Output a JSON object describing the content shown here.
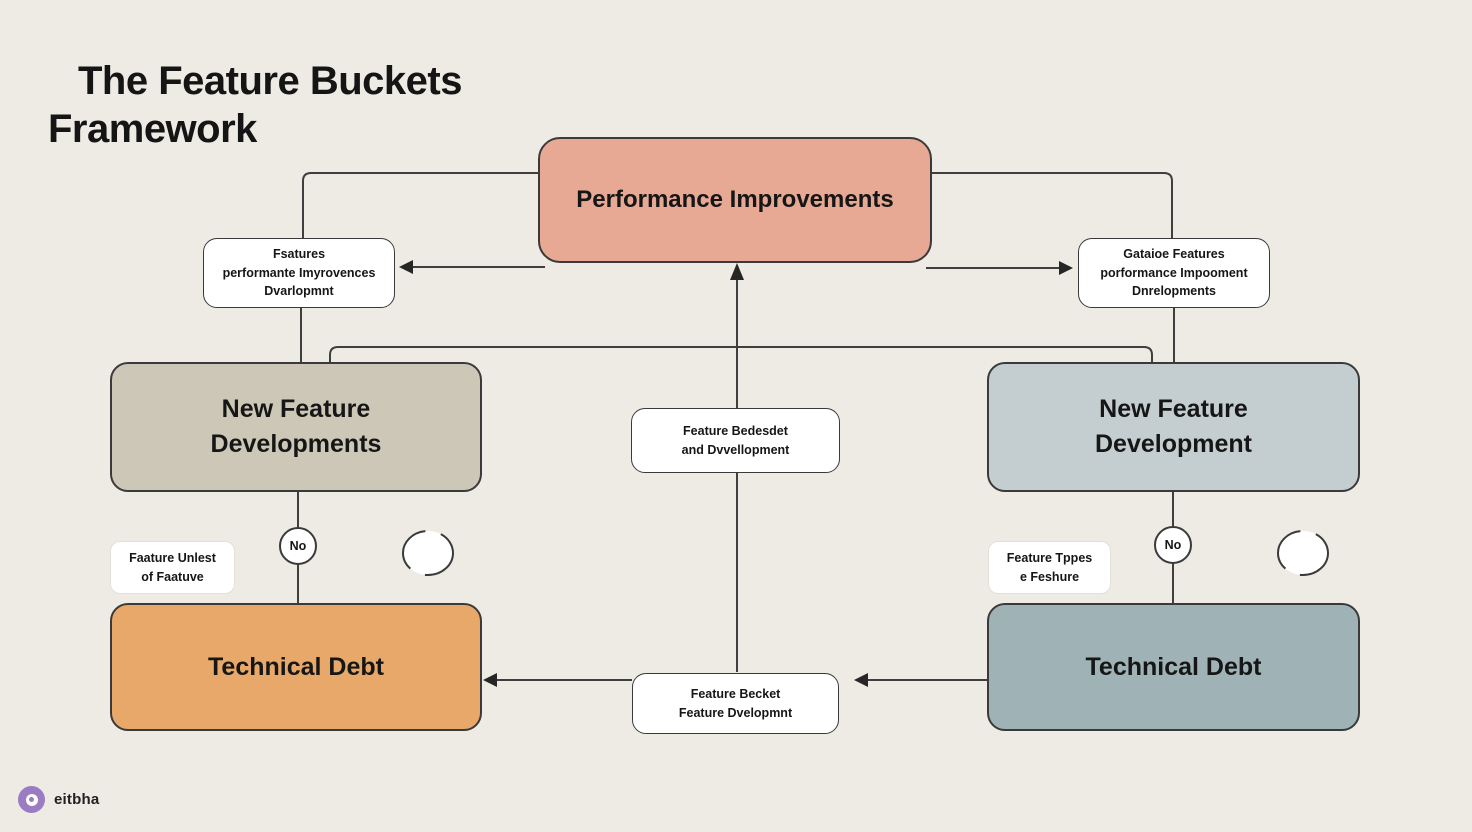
{
  "title": {
    "line1": "The Feature Buckets",
    "line2": "Framework"
  },
  "diagram": {
    "performance": {
      "label": "Performance Improvements",
      "color": "#e7a894"
    },
    "left_note_top": {
      "text": "Fsatures\nperformante Imyrovences\nDvarlopmnt"
    },
    "right_note_top": {
      "text": "Gataioe Features\nporformance Impooment\nDnrelopments"
    },
    "left_main": {
      "label": "New Feature\nDevelopments",
      "color": "#cdc7b7"
    },
    "right_main": {
      "label": "New Feature\nDevelopment",
      "color": "#c4ced0"
    },
    "center_note": {
      "text": "Feature Bedesdet\nand Dvvellopment"
    },
    "left_no": {
      "label": "No"
    },
    "right_no": {
      "label": "No"
    },
    "left_tag": {
      "text": "Faature Unlest\nof Faatuve"
    },
    "right_tag": {
      "text": "Feature Tppes\ne Feshure"
    },
    "left_debt": {
      "label": "Technical Debt",
      "color": "#e7a869"
    },
    "right_debt": {
      "label": "Technical Debt",
      "color": "#9fb3b6"
    },
    "bottom_note": {
      "text": "Feature Becket\nFeature Dvelopmnt"
    }
  },
  "footer": {
    "logo_text": "eitbha",
    "logo_color": "#9a7cc2"
  },
  "colors": {
    "background": "#edebe3",
    "line": "#3f3f3f",
    "box_border": "#3a3a3a",
    "text": "#161616",
    "note_fill": "#ffffff"
  }
}
